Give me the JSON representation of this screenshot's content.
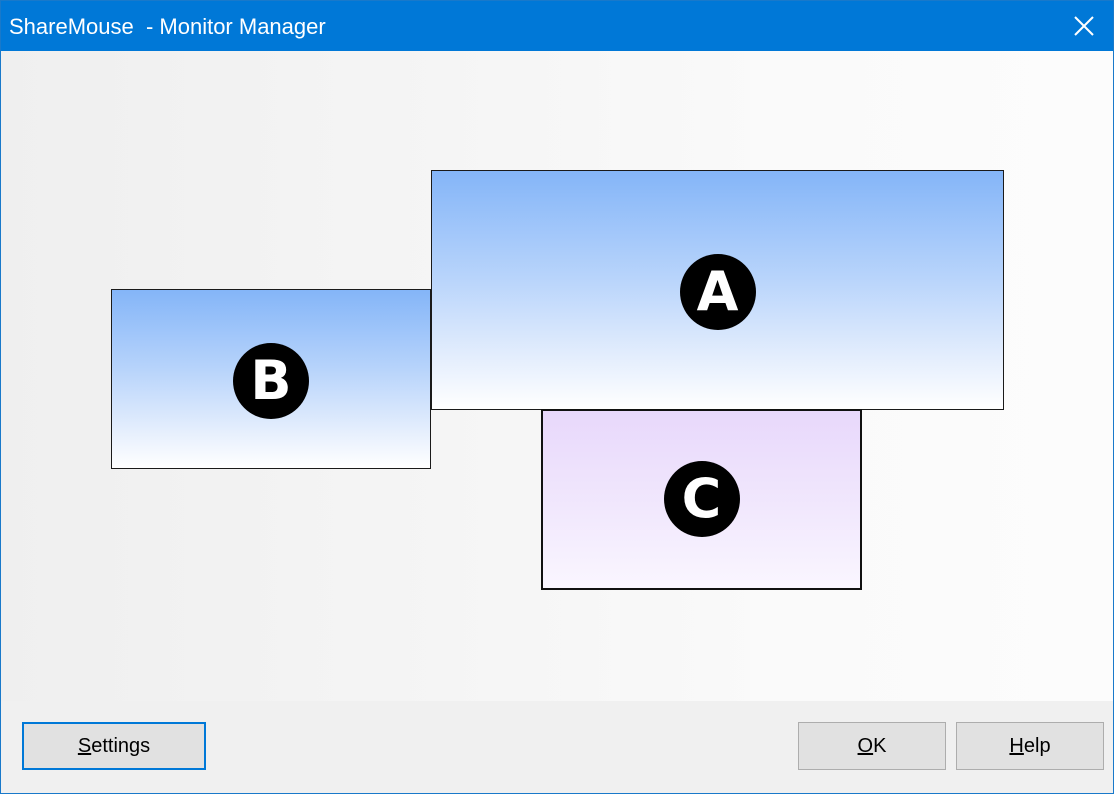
{
  "window": {
    "title": "ShareMouse  - Monitor Manager",
    "close_icon": "close-icon"
  },
  "monitors": [
    {
      "id": "A",
      "label": "A",
      "color": "#84b5f8"
    },
    {
      "id": "B",
      "label": "B",
      "color": "#84b5f8"
    },
    {
      "id": "C",
      "label": "C",
      "color": "#e8d8fb"
    }
  ],
  "buttons": {
    "settings": {
      "accel": "S",
      "rest": "ettings"
    },
    "ok": {
      "accel": "O",
      "rest": "K"
    },
    "help": {
      "accel": "H",
      "rest": "elp"
    }
  },
  "colors": {
    "titlebar": "#0078d7",
    "default_button_border": "#0078d7"
  }
}
